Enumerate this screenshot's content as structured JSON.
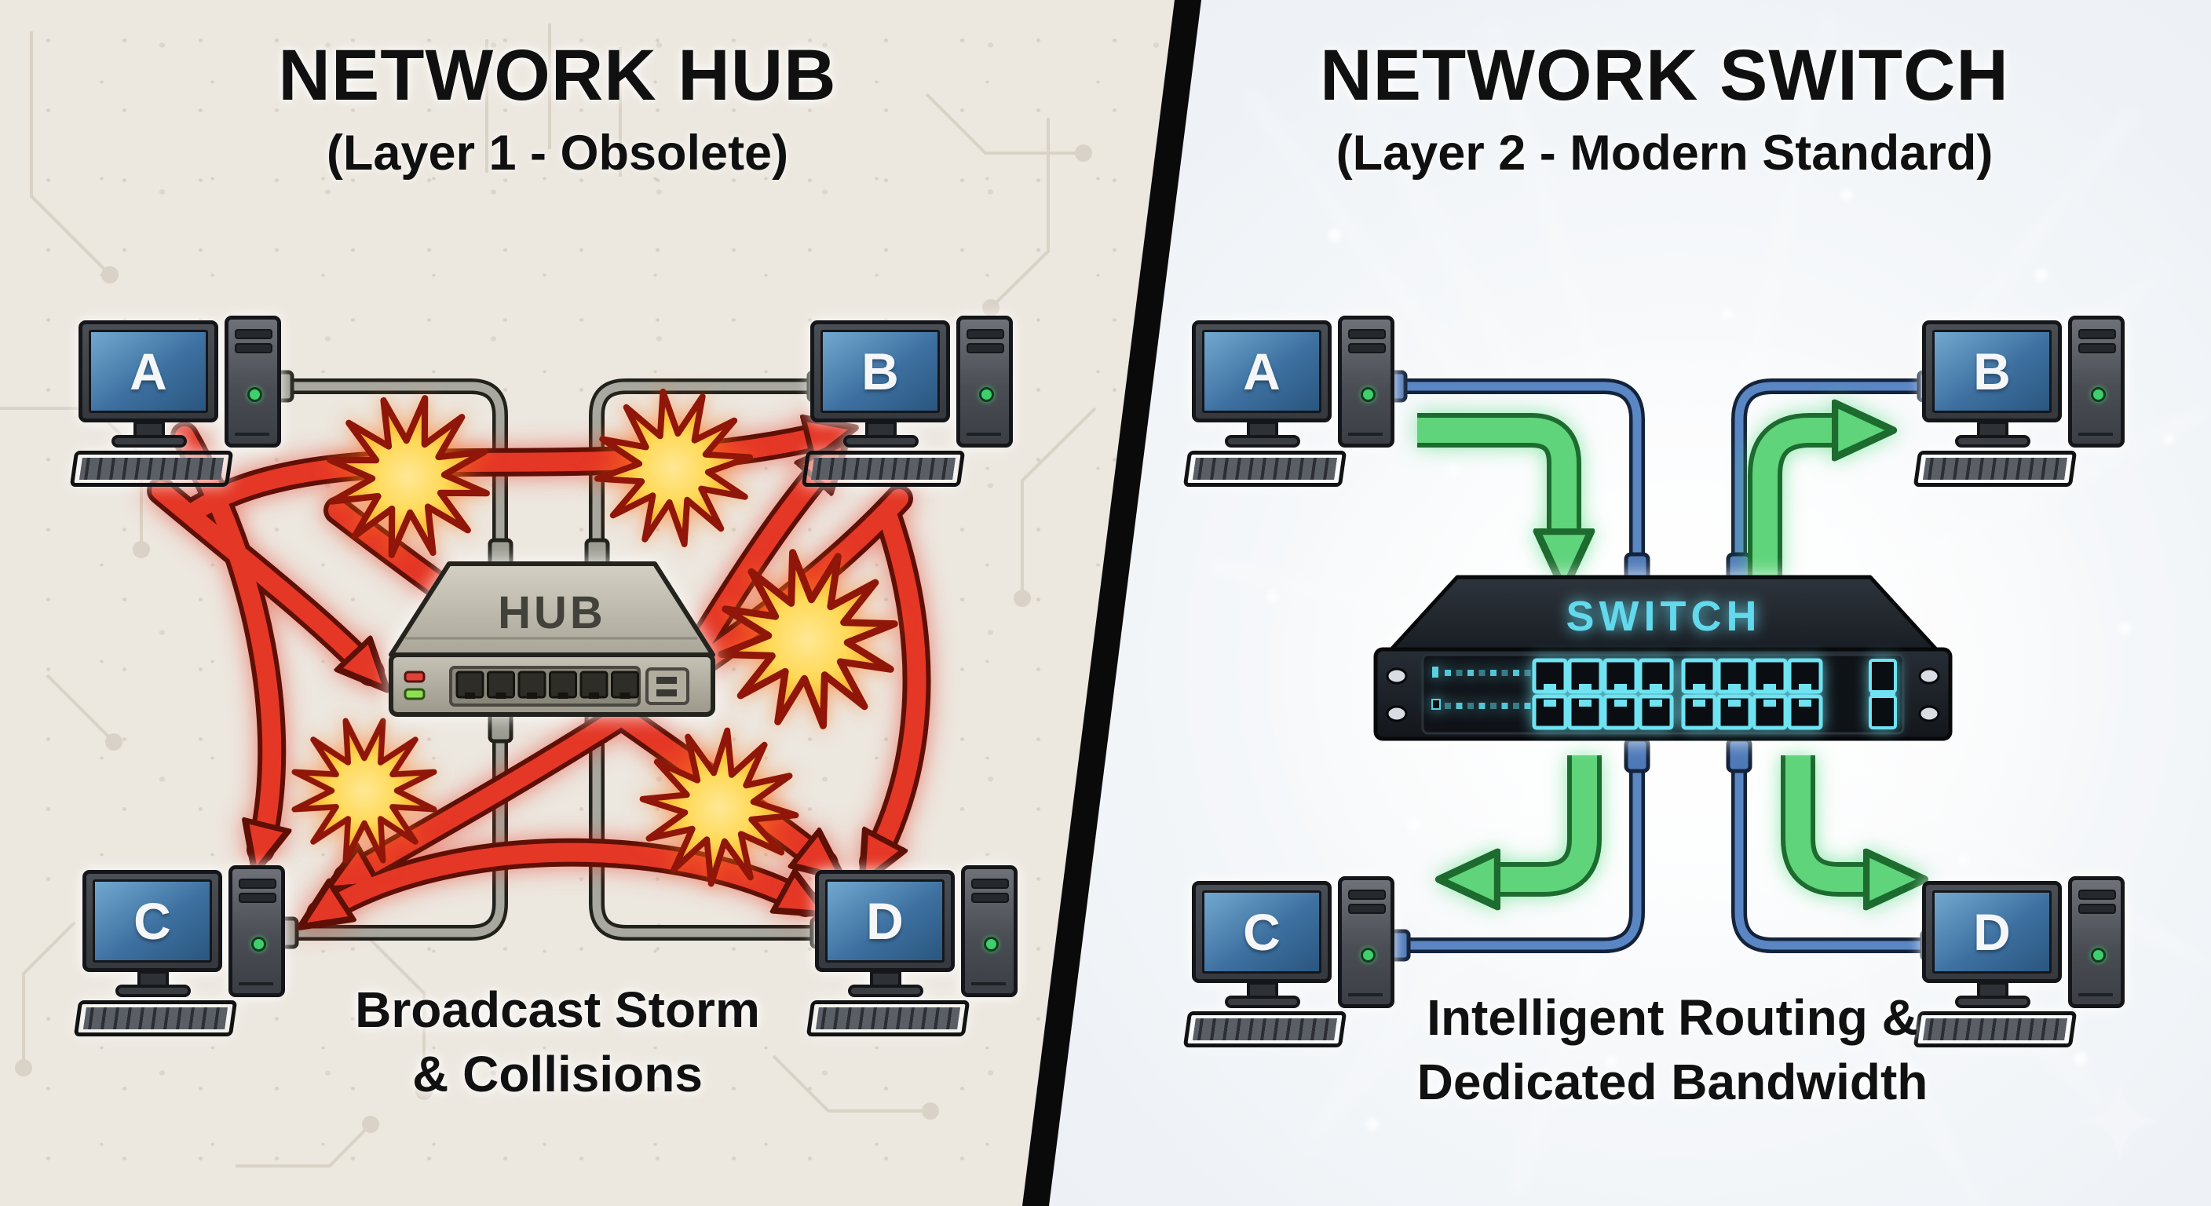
{
  "left": {
    "title": "NETWORK HUB",
    "subtitle": "(Layer 1 - Obsolete)",
    "device_label": "HUB",
    "caption_line1": "Broadcast Storm",
    "caption_line2": "& Collisions",
    "computers": [
      {
        "label": "A"
      },
      {
        "label": "B"
      },
      {
        "label": "C"
      },
      {
        "label": "D"
      }
    ],
    "colors": {
      "background": "#ece7df",
      "arrow_red": "#e53726",
      "collision_star_yellow": "#ffd957",
      "hub_body_gray": "#b5b2a5",
      "cable_gray": "#a8a8a0",
      "led_red": "#e04237",
      "led_green": "#8edd52"
    }
  },
  "right": {
    "title": "NETWORK SWITCH",
    "subtitle": "(Layer 2 - Modern Standard)",
    "device_label": "SWITCH",
    "caption_line1": "Intelligent Routing &",
    "caption_line2": "Dedicated Bandwidth",
    "computers": [
      {
        "label": "A"
      },
      {
        "label": "B"
      },
      {
        "label": "C"
      },
      {
        "label": "D"
      }
    ],
    "colors": {
      "background": "#e9edf2",
      "arrow_green": "#5fd47b",
      "cable_blue": "#5a86c4",
      "switch_text_cyan": "#62d9ec",
      "port_glow_cyan": "#6fe3f2"
    }
  }
}
